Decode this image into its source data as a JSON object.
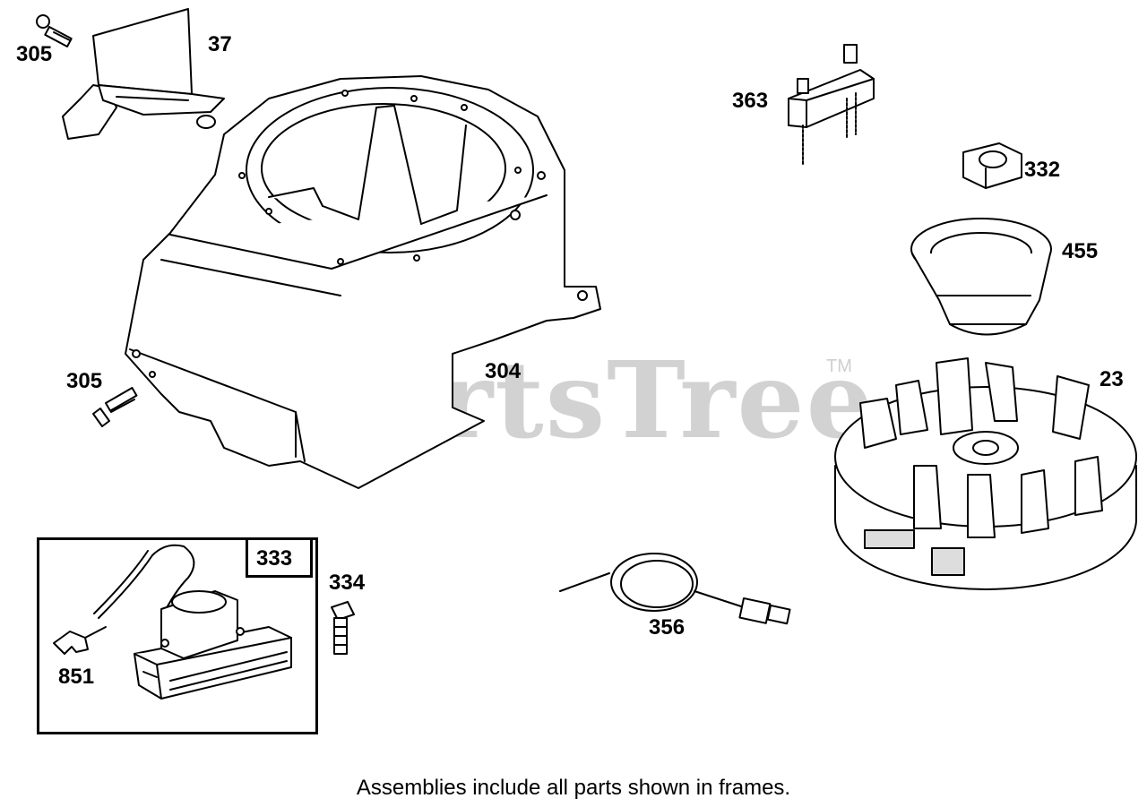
{
  "diagram": {
    "watermark": "PartsTree",
    "watermark_mark": "TM",
    "footnote": "Assemblies include all parts shown in frames.",
    "callouts": {
      "p305_top": "305",
      "p37": "37",
      "p363": "363",
      "p332": "332",
      "p455": "455",
      "p305_mid": "305",
      "p304": "304",
      "p23": "23",
      "p333": "333",
      "p334": "334",
      "p851": "851",
      "p356": "356"
    }
  }
}
